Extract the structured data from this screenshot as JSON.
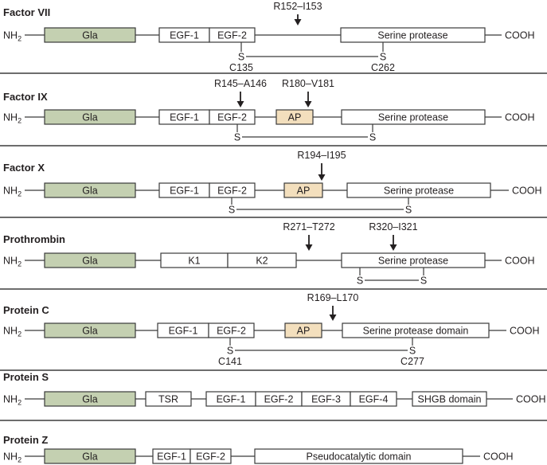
{
  "figure": {
    "colors": {
      "gla_fill": "#c4d0b1",
      "ap_fill": "#f3dfbd",
      "plain_fill": "#ffffff",
      "stroke": "#3a3a3a"
    },
    "n_terminus_label": "NH",
    "n_terminus_subscript": "2",
    "c_terminus_label": "COOH",
    "proteins": [
      {
        "name": "Factor VII",
        "domains": [
          {
            "label": "Gla",
            "type": "gla"
          },
          {
            "label": "EGF-1",
            "type": "plain"
          },
          {
            "label": "EGF-2",
            "type": "plain"
          },
          {
            "label": "Serine protease",
            "type": "plain"
          }
        ],
        "cleavage_sites": [
          "R152–I153"
        ],
        "disulfide": {
          "left": "S",
          "right": "S",
          "left_residue": "C135",
          "right_residue": "C262"
        }
      },
      {
        "name": "Factor IX",
        "domains": [
          {
            "label": "Gla",
            "type": "gla"
          },
          {
            "label": "EGF-1",
            "type": "plain"
          },
          {
            "label": "EGF-2",
            "type": "plain"
          },
          {
            "label": "AP",
            "type": "ap"
          },
          {
            "label": "Serine protease",
            "type": "plain"
          }
        ],
        "cleavage_sites": [
          "R145–A146",
          "R180–V181"
        ],
        "disulfide": {
          "left": "S",
          "right": "S"
        }
      },
      {
        "name": "Factor X",
        "domains": [
          {
            "label": "Gla",
            "type": "gla"
          },
          {
            "label": "EGF-1",
            "type": "plain"
          },
          {
            "label": "EGF-2",
            "type": "plain"
          },
          {
            "label": "AP",
            "type": "ap"
          },
          {
            "label": "Serine protease",
            "type": "plain"
          }
        ],
        "cleavage_sites": [
          "R194–I195"
        ],
        "disulfide": {
          "left": "S",
          "right": "S"
        }
      },
      {
        "name": "Prothrombin",
        "domains": [
          {
            "label": "Gla",
            "type": "gla"
          },
          {
            "label": "K1",
            "type": "plain"
          },
          {
            "label": "K2",
            "type": "plain"
          },
          {
            "label": "Serine protease",
            "type": "plain"
          }
        ],
        "cleavage_sites": [
          "R271–T272",
          "R320–I321"
        ],
        "disulfide": {
          "left": "S",
          "right": "S"
        }
      },
      {
        "name": "Protein C",
        "domains": [
          {
            "label": "Gla",
            "type": "gla"
          },
          {
            "label": "EGF-1",
            "type": "plain"
          },
          {
            "label": "EGF-2",
            "type": "plain"
          },
          {
            "label": "AP",
            "type": "ap"
          },
          {
            "label": "Serine protease domain",
            "type": "plain"
          }
        ],
        "cleavage_sites": [
          "R169–L170"
        ],
        "disulfide": {
          "left": "S",
          "right": "S",
          "left_residue": "C141",
          "right_residue": "C277"
        }
      },
      {
        "name": "Protein S",
        "domains": [
          {
            "label": "Gla",
            "type": "gla"
          },
          {
            "label": "TSR",
            "type": "plain"
          },
          {
            "label": "EGF-1",
            "type": "plain"
          },
          {
            "label": "EGF-2",
            "type": "plain"
          },
          {
            "label": "EGF-3",
            "type": "plain"
          },
          {
            "label": "EGF-4",
            "type": "plain"
          },
          {
            "label": "SHGB domain",
            "type": "plain"
          }
        ],
        "cleavage_sites": []
      },
      {
        "name": "Protein Z",
        "domains": [
          {
            "label": "Gla",
            "type": "gla"
          },
          {
            "label": "EGF-1",
            "type": "plain"
          },
          {
            "label": "EGF-2",
            "type": "plain"
          },
          {
            "label": "Pseudocatalytic domain",
            "type": "plain"
          }
        ],
        "cleavage_sites": []
      }
    ]
  }
}
